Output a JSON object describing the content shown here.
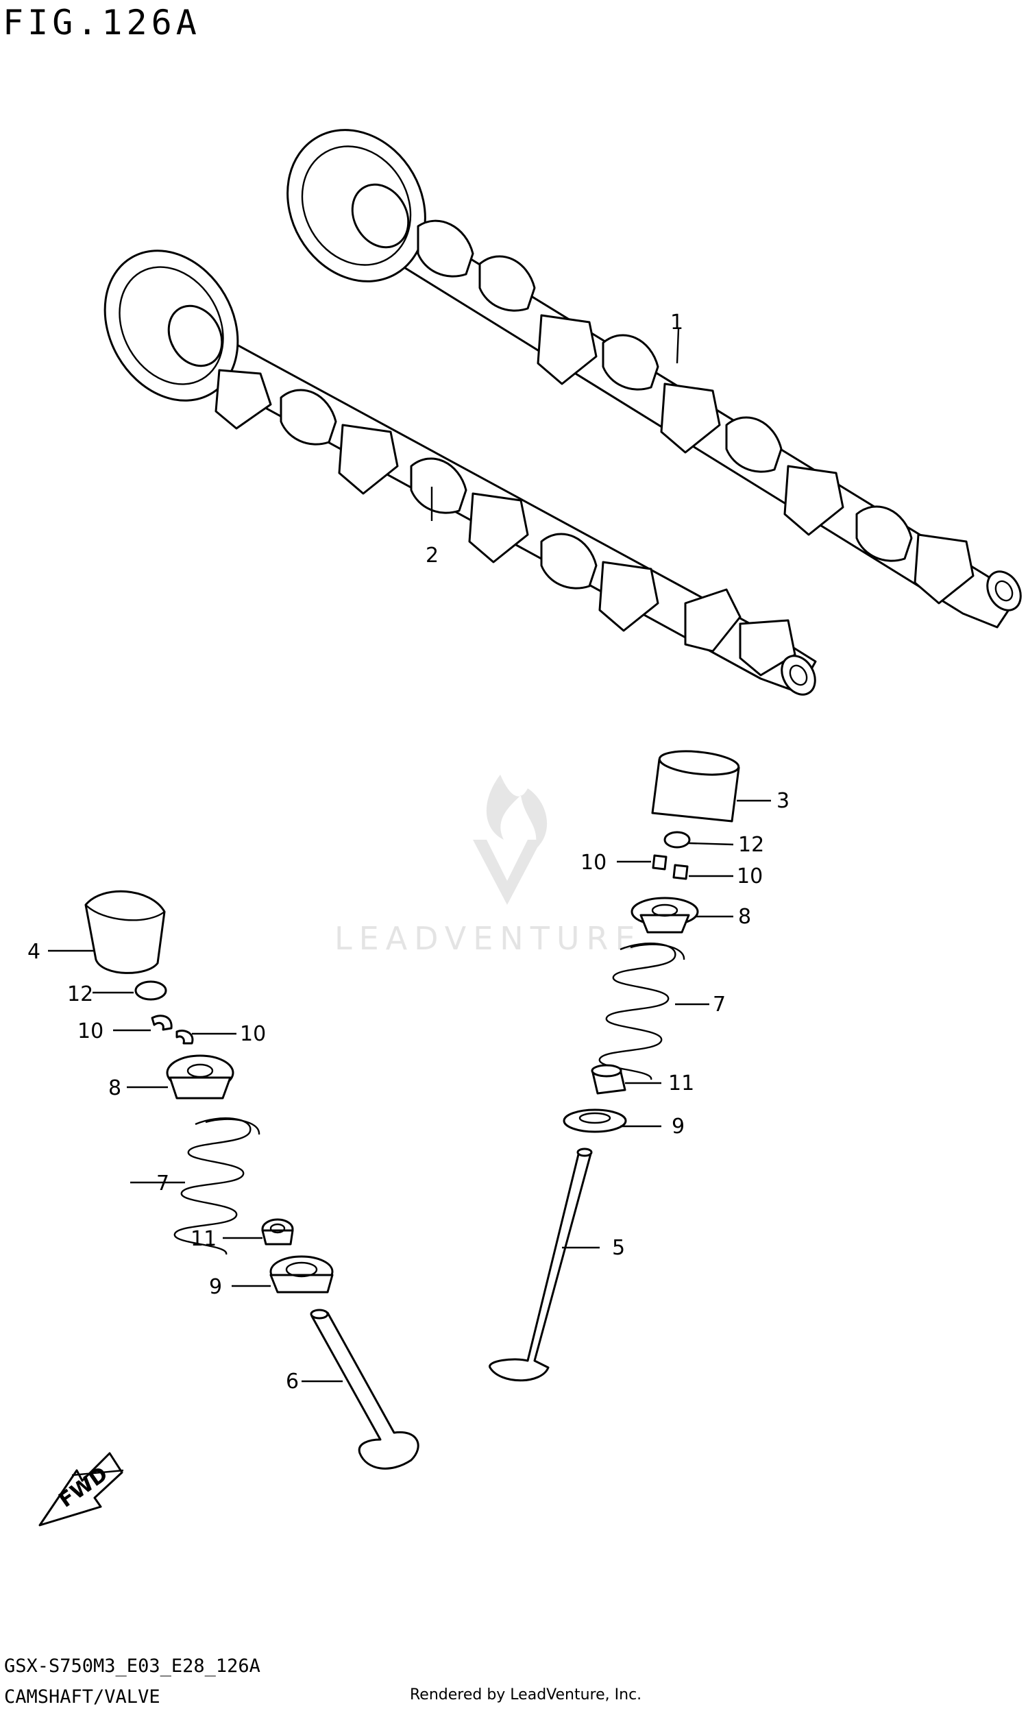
{
  "figure": {
    "title": "FIG.126A",
    "model_code": "GSX-S750M3_E03_E28_126A",
    "section": "CAMSHAFT/VALVE",
    "rendered_by": "Rendered by LeadVenture, Inc.",
    "watermark": "LEADVENTURE",
    "fwd_label": "FWD"
  },
  "callouts": [
    {
      "id": "c1",
      "text": "1"
    },
    {
      "id": "c2",
      "text": "2"
    },
    {
      "id": "c3",
      "text": "3"
    },
    {
      "id": "c12a",
      "text": "12"
    },
    {
      "id": "c10a",
      "text": "10"
    },
    {
      "id": "c10b",
      "text": "10"
    },
    {
      "id": "c8a",
      "text": "8"
    },
    {
      "id": "c7a",
      "text": "7"
    },
    {
      "id": "c11a",
      "text": "11"
    },
    {
      "id": "c9a",
      "text": "9"
    },
    {
      "id": "c5",
      "text": "5"
    },
    {
      "id": "c4",
      "text": "4"
    },
    {
      "id": "c12b",
      "text": "12"
    },
    {
      "id": "c10c",
      "text": "10"
    },
    {
      "id": "c10d",
      "text": "10"
    },
    {
      "id": "c8b",
      "text": "8"
    },
    {
      "id": "c7b",
      "text": "7"
    },
    {
      "id": "c11b",
      "text": "11"
    },
    {
      "id": "c9b",
      "text": "9"
    },
    {
      "id": "c6",
      "text": "6"
    }
  ]
}
